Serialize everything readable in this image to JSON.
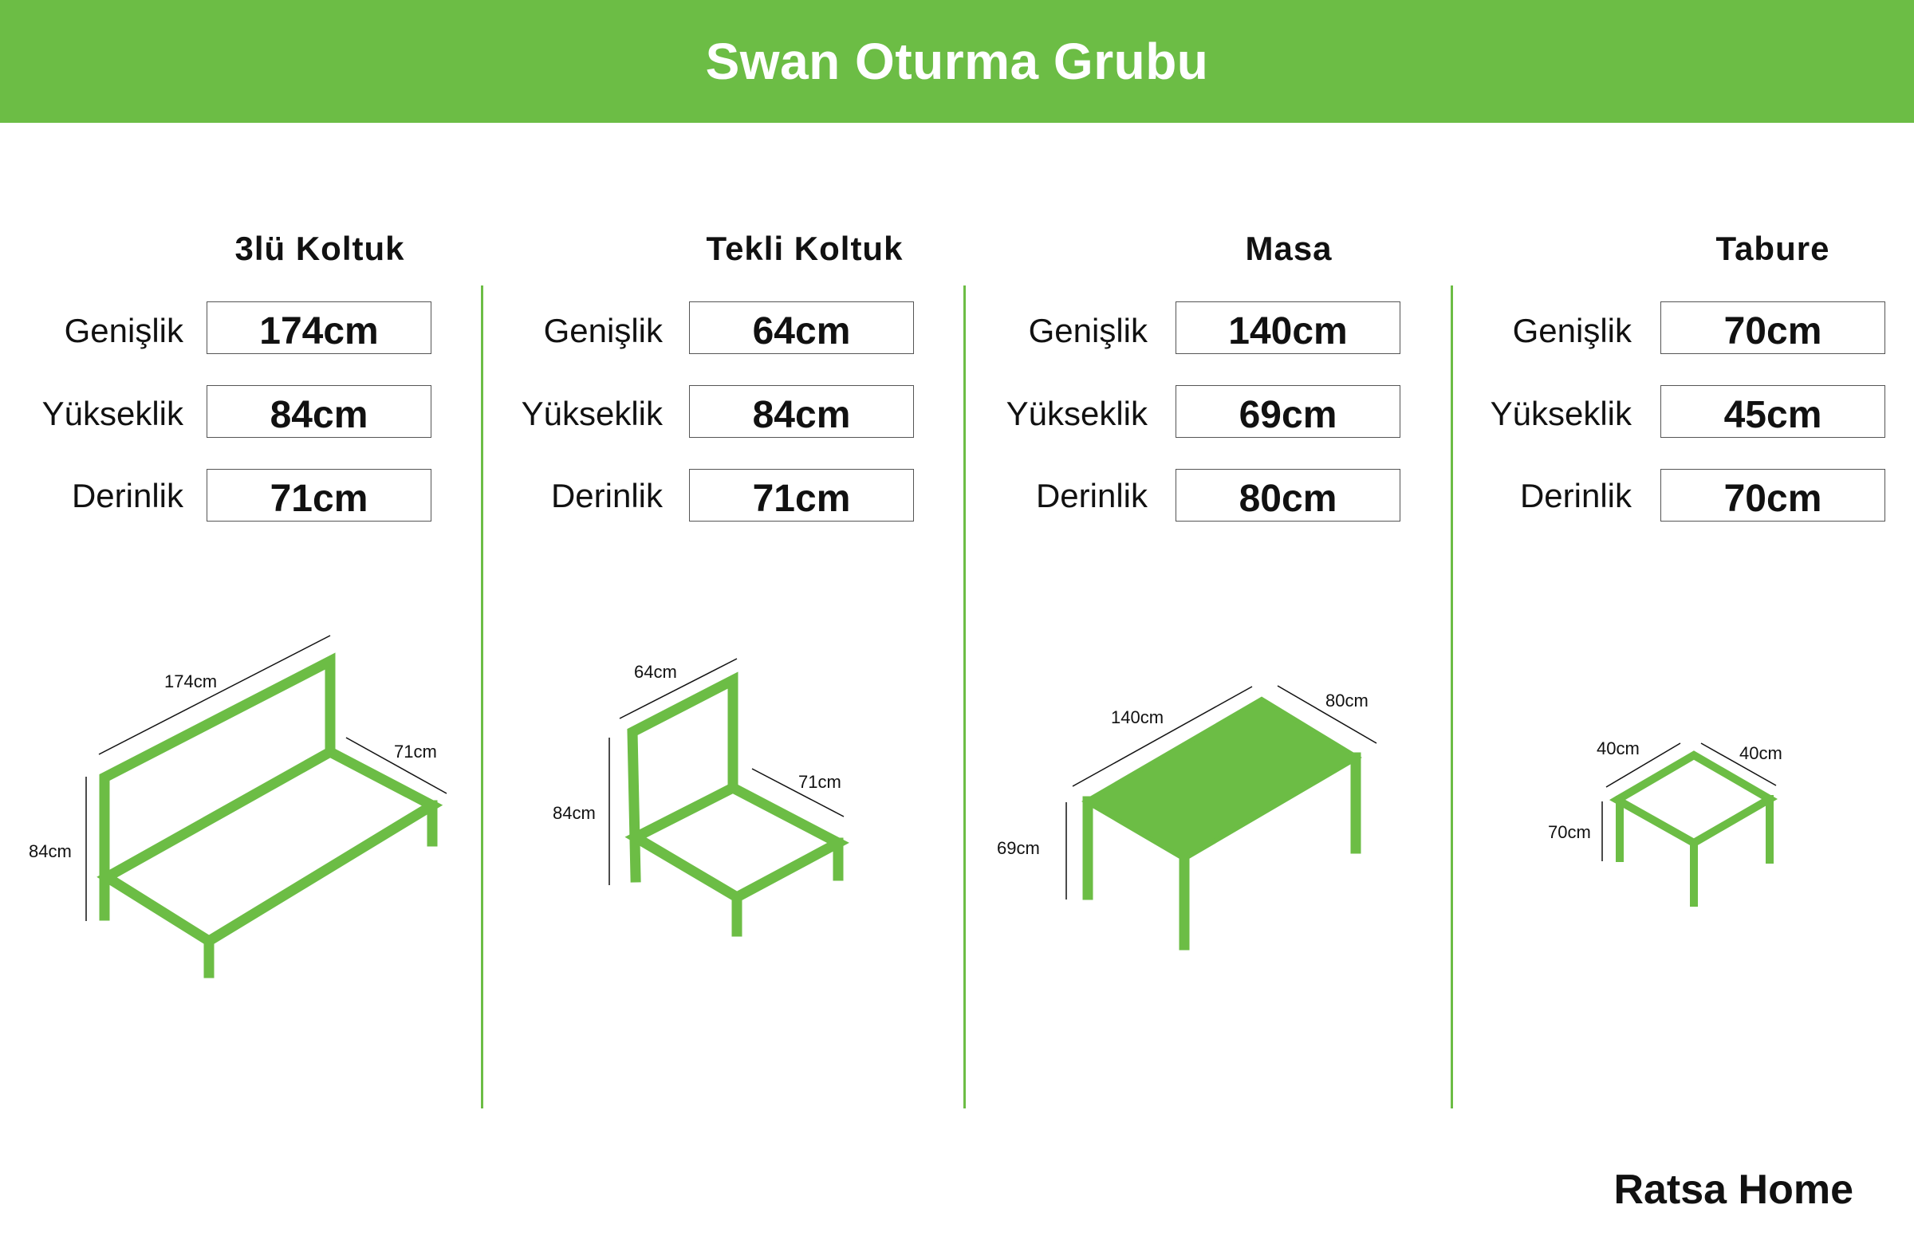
{
  "title": "Swan Oturma Grubu",
  "brand": "Ratsa Home",
  "colors": {
    "accent": "#6cbd45",
    "text": "#111111",
    "border": "#555555"
  },
  "products": [
    {
      "name": "3lü Koltuk",
      "rows": [
        {
          "label": "Genişlik",
          "value": "174cm"
        },
        {
          "label": "Yükseklik",
          "value": "84cm"
        },
        {
          "label": "Derinlik",
          "value": "71cm"
        }
      ],
      "illustration": {
        "icon": "sofa-3-seat-icon",
        "dims": {
          "width": "174cm",
          "depth": "71cm",
          "height": "84cm"
        }
      }
    },
    {
      "name": "Tekli Koltuk",
      "rows": [
        {
          "label": "Genişlik",
          "value": "64cm"
        },
        {
          "label": "Yükseklik",
          "value": "84cm"
        },
        {
          "label": "Derinlik",
          "value": "71cm"
        }
      ],
      "illustration": {
        "icon": "armchair-icon",
        "dims": {
          "width": "64cm",
          "depth": "71cm",
          "height": "84cm"
        }
      }
    },
    {
      "name": "Masa",
      "rows": [
        {
          "label": "Genişlik",
          "value": "140cm"
        },
        {
          "label": "Yükseklik",
          "value": "69cm"
        },
        {
          "label": "Derinlik",
          "value": "80cm"
        }
      ],
      "illustration": {
        "icon": "table-icon",
        "dims": {
          "width": "140cm",
          "depth": "80cm",
          "height": "69cm"
        }
      }
    },
    {
      "name": "Tabure",
      "rows": [
        {
          "label": "Genişlik",
          "value": "70cm"
        },
        {
          "label": "Yükseklik",
          "value": "45cm"
        },
        {
          "label": "Derinlik",
          "value": "70cm"
        }
      ],
      "illustration": {
        "icon": "stool-icon",
        "dims": {
          "width": "40cm",
          "depth": "40cm",
          "height": "70cm"
        }
      }
    }
  ]
}
